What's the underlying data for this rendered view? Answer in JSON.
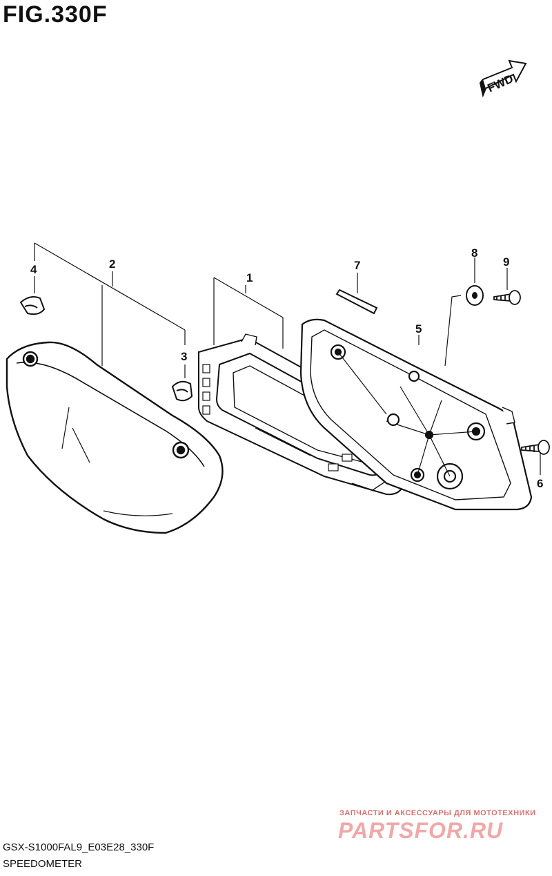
{
  "figure": {
    "title": "FIG.330F",
    "model_code": "GSX-S1000FAL9_E03E28_330F",
    "section_name": "SPEEDOMETER",
    "direction_marker": "FWD"
  },
  "callouts": [
    "1",
    "2",
    "3",
    "4",
    "5",
    "6",
    "7",
    "8",
    "9"
  ],
  "watermark": {
    "line1": "ЗАПЧАСТИ И АКСЕССУАРЫ ДЛЯ МОТОТЕХНИКИ",
    "line2": "PARTSFOR.RU"
  },
  "colors": {
    "line": "#111111",
    "watermark_text": "#d57070",
    "watermark_logo": "#f0a8a8"
  }
}
